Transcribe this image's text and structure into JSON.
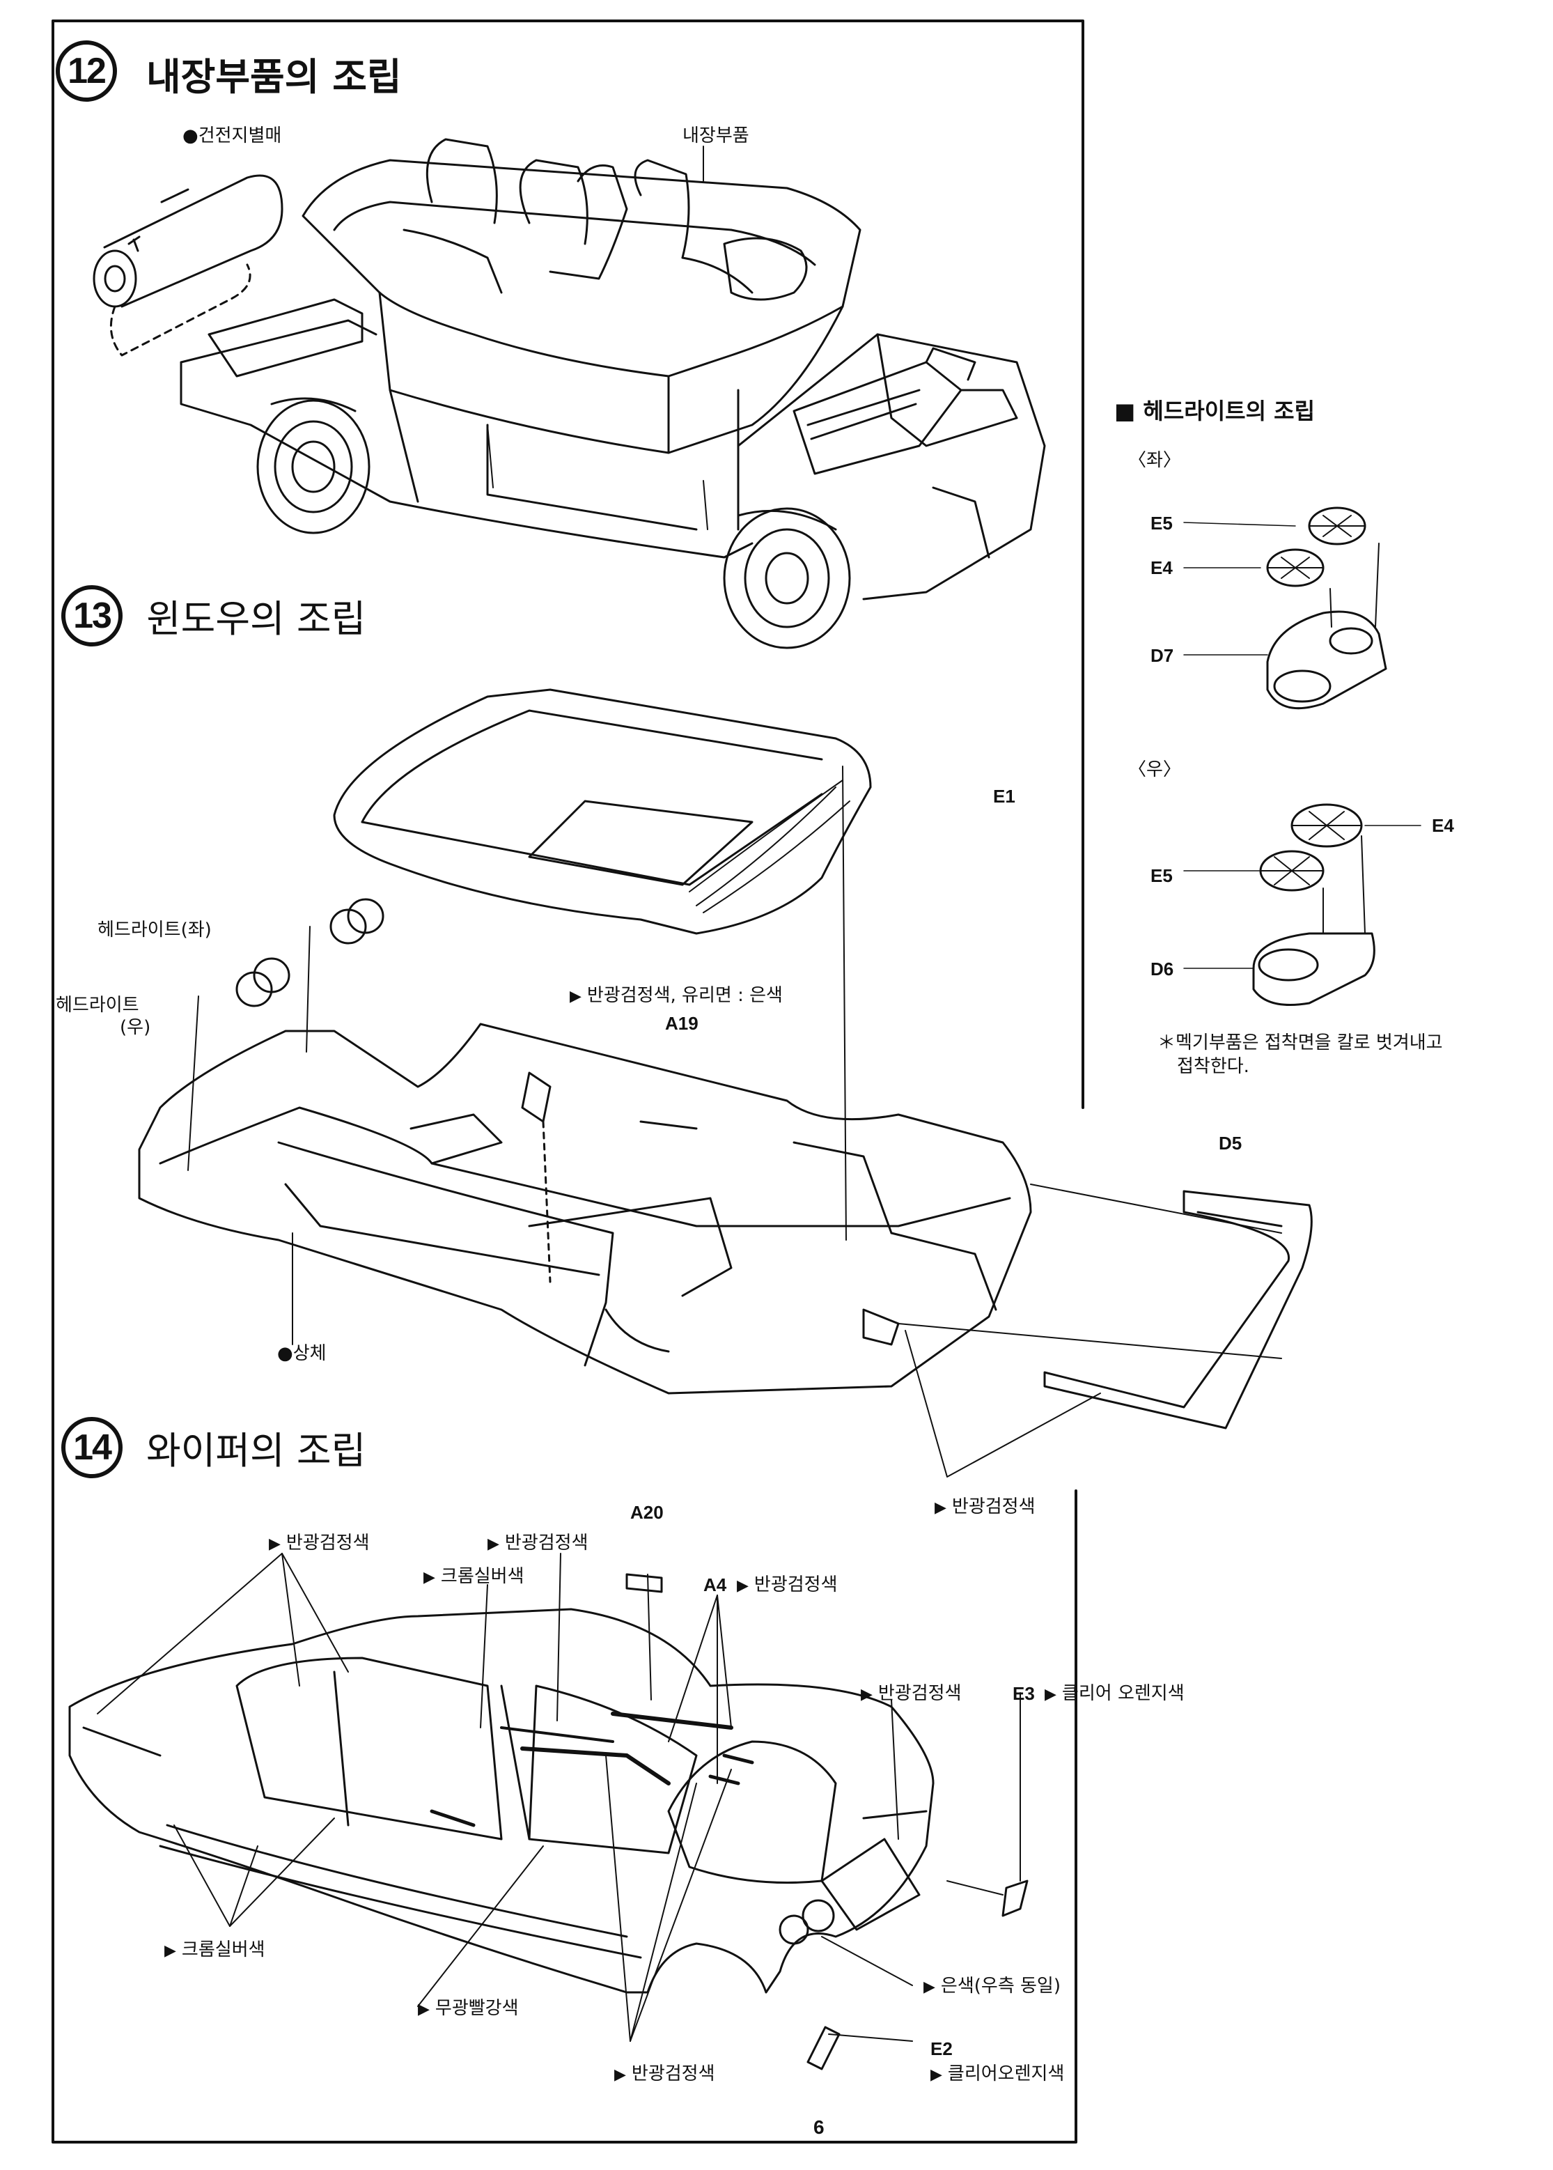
{
  "page_number": "6",
  "sections": {
    "s12": {
      "number": "12",
      "title": "내장부품의 조립",
      "labels": {
        "battery": "건전지별매",
        "interior": "내장부품"
      }
    },
    "s13": {
      "number": "13",
      "title": "윈도우의 조립",
      "labels": {
        "e1": "E1",
        "headlight_left": "헤드라이트(좌)",
        "headlight_right_line1": "헤드라이트",
        "headlight_right_line2": "(우)",
        "semi_gloss_glass": "반광검정색,  유리면 : 은색",
        "a19": "A19",
        "d5": "D5",
        "body": "상체",
        "semi_gloss": "반광검정색"
      }
    },
    "headlight": {
      "title": "헤드라이트의 조립",
      "left": "〈좌〉",
      "right": "〈우〉",
      "left_parts": [
        "E5",
        "E4",
        "D7"
      ],
      "right_parts": [
        "E4",
        "E5",
        "D6"
      ],
      "note_line1": "＊멕기부품은 접착면을 칼로 벗겨내고",
      "note_line2": "접착한다."
    },
    "s14": {
      "number": "14",
      "title": "와이퍼의 조립",
      "labels": {
        "semi_gloss_1": "반광검정색",
        "semi_gloss_2": "반광검정색",
        "chrome_silver_1": "크롬실버색",
        "a20": "A20",
        "a4": "A4",
        "semi_gloss_a4": "반광검정색",
        "semi_gloss_3": "반광검정색",
        "e3": "E3",
        "clear_orange_e3": "클리어 오렌지색",
        "chrome_silver_2": "크롬실버색",
        "matte_red": "무광빨강색",
        "silver_same": "은색(우측 동일)",
        "e2": "E2",
        "semi_gloss_4": "반광검정색",
        "clear_orange_e2": "클리어오렌지색"
      }
    }
  }
}
